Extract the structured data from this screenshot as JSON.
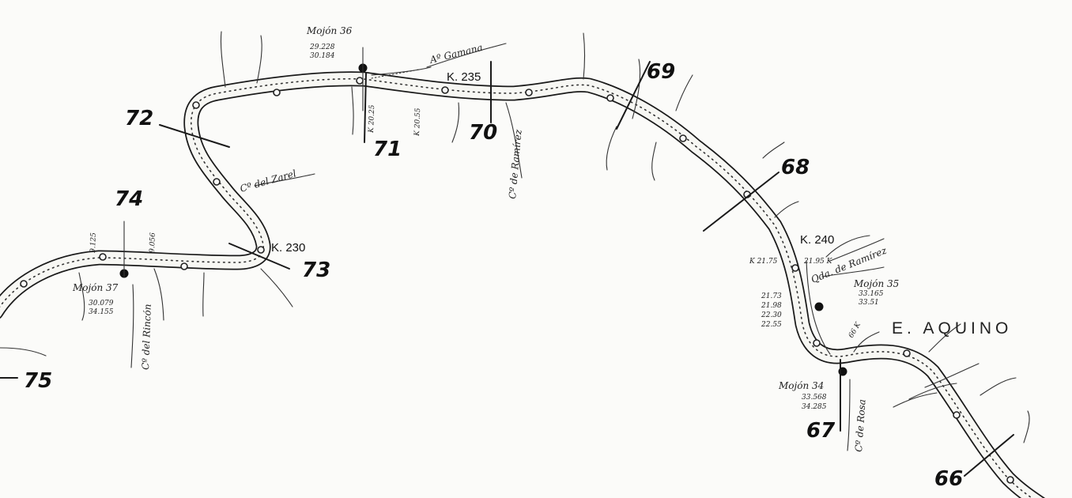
{
  "kilometer_markers": [
    "75",
    "74",
    "73",
    "72",
    "71",
    "70",
    "69",
    "68",
    "67",
    "66"
  ],
  "km_labels": [
    "K. 230",
    "K. 235",
    "K. 240"
  ],
  "mojones": [
    {
      "label": "Mojón 37",
      "values": [
        "30.079",
        "34.155"
      ]
    },
    {
      "label": "Mojón 36",
      "values": [
        "29.228",
        "30.184"
      ]
    },
    {
      "label": "Mojón 35",
      "values": [
        "33.165",
        "33.51"
      ]
    },
    {
      "label": "Mojón 34",
      "values": [
        "33.568",
        "34.285"
      ]
    }
  ],
  "stream_labels": [
    "Cº del Rincón",
    "Cº del Zarel",
    "Aº Gamana",
    "Cº de Ramírez",
    "Qda. de Ramírez",
    "Cº de Rosa"
  ],
  "small_annotations": [
    "K 21.75",
    "21.95 K",
    "22.30",
    "22.55",
    "21.98",
    "21.73",
    "9.125",
    "K 20.25",
    "K 20.55",
    "9.056",
    "66 K"
  ],
  "station_name": "E. AQUINO"
}
